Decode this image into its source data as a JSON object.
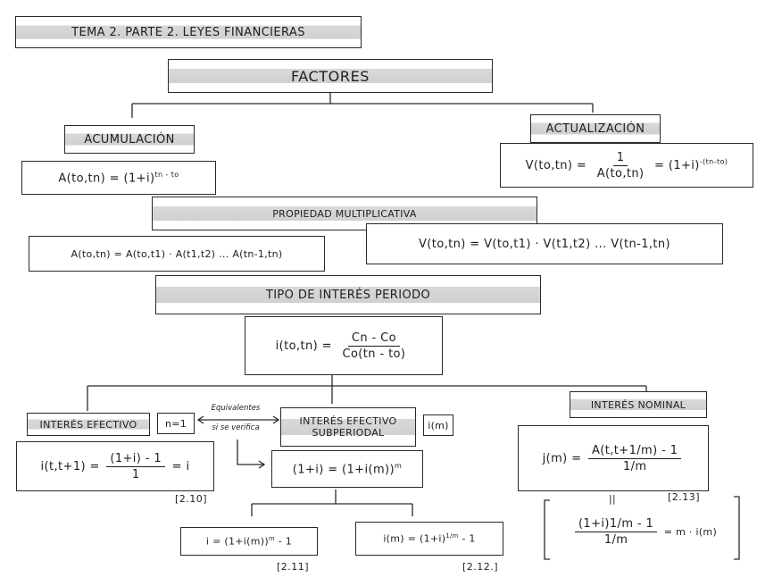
{
  "header": "TEMA 2. PARTE 2. LEYES FINANCIERAS",
  "factores": "FACTORES",
  "acumulacion": {
    "label": "ACUMULACIÓN",
    "lhs": "A(to,tn) = (1+i)",
    "exp": "tn - to"
  },
  "actualizacion": {
    "label": "ACTUALIZACIÓN",
    "lhs": "V(to,tn) =",
    "num": "1",
    "den": "A(to,tn)",
    "rhs": "= (1+i)",
    "exp": "-(tn-to)"
  },
  "propiedad": "PROPIEDAD MULTIPLICATIVA",
  "prop_a": "A(to,tn) = A(to,t1) · A(t1,t2) ... A(tn-1,tn)",
  "prop_v": "V(to,tn) = V(to,t1) · V(t1,t2) ... V(tn-1,tn)",
  "tipo": "TIPO DE INTERÉS PERIODO",
  "tipo_formula": {
    "lhs": "i(to,tn) =",
    "num": "Cn - Co",
    "den": "Co(tn - to)"
  },
  "efectivo": {
    "label": "INTERÉS EFECTIVO",
    "n": "n=1",
    "lhs": "i(t,t+1) =",
    "num": "(1+i) - 1",
    "den": "1",
    "rhs": "= i",
    "ref": "[2.10]"
  },
  "equivalentes": {
    "line1": "Equivalentes",
    "line2": "si se verifica"
  },
  "subperiodal": {
    "label1": "INTERÉS EFECTIVO",
    "label2": "SUBPERIODAL",
    "sym": "i(m)",
    "formula": "(1+i) = (1+i(m))",
    "exp": "m",
    "left": "i = (1+i(m))",
    "left_exp": "m",
    "left_tail": "- 1",
    "left_ref": "[2.11]",
    "right": "i(m) = (1+i)",
    "right_exp": "1/m",
    "right_tail": "- 1",
    "right_ref": "[2.12.]"
  },
  "nominal": {
    "label": "INTERÉS NOMINAL",
    "lhs": "j(m) =",
    "num": "A(t,t+1/m) - 1",
    "den": "1/m",
    "ref": "[2.13]",
    "eq": "||",
    "num2": "(1+i)1/m - 1",
    "den2": "1/m",
    "rhs2": "= m · i(m)"
  }
}
